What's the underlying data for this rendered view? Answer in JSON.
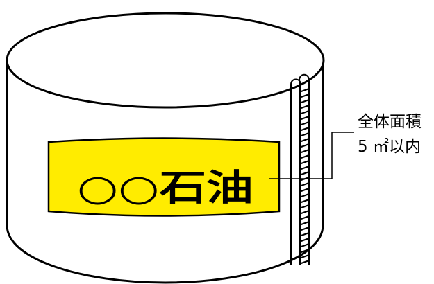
{
  "sign": {
    "text": "○○石油",
    "background_color": "#ffec00"
  },
  "annotation": {
    "line1": "全体面積",
    "line2": "5 ㎡以内"
  },
  "colors": {
    "stroke": "#000000",
    "tank_fill": "#ffffff"
  },
  "icons": [
    "ladder-icon"
  ]
}
